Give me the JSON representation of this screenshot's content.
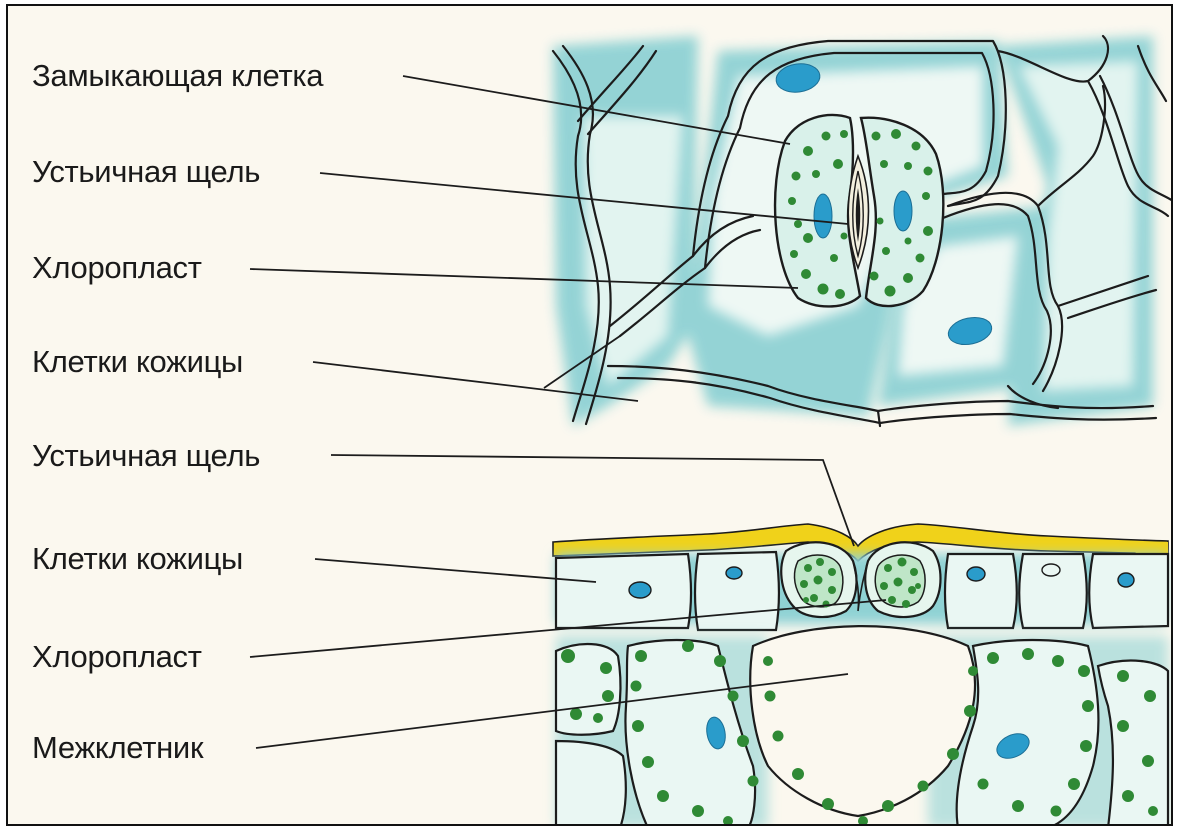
{
  "labels": {
    "guard_cell": "Замыкающая клетка",
    "stomatal_pore_top": "Устьичная щель",
    "chloroplast_top": "Хлоропласт",
    "epidermis_top": "Клетки кожицы",
    "stomatal_pore_bottom": "Устьичная щель",
    "epidermis_bottom": "Клетки кожицы",
    "chloroplast_bottom": "Хлоропласт",
    "intercellular_space": "Межклетник"
  },
  "colors": {
    "cytoplasm": "#8fd2d4",
    "cell_interior": "#e9f6f2",
    "chloroplast": "#2f8a35",
    "nucleus": "#2a9ccb",
    "cuticle": "#f0d21a",
    "wall": "#1c1c1c"
  }
}
